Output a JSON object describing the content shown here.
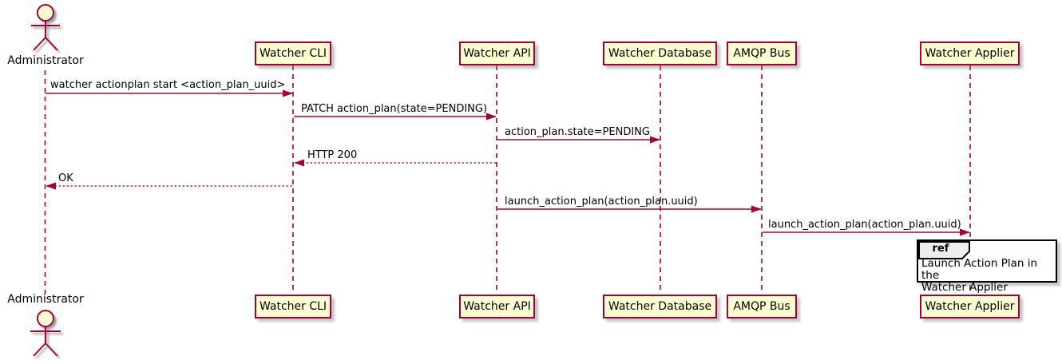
{
  "diagram": {
    "type": "sequence",
    "colors": {
      "accent": "#A80036",
      "participant_fill": "#FEFECE",
      "ref_header_fill": "#EEEEEE",
      "ref_fill": "#FFFFFF",
      "background": "#FFFFFF",
      "text": "#000000"
    },
    "actor": {
      "label": "Administrator"
    },
    "participants": [
      {
        "label": "Watcher CLI"
      },
      {
        "label": "Watcher API"
      },
      {
        "label": "Watcher Database"
      },
      {
        "label": "AMQP Bus"
      },
      {
        "label": "Watcher Applier"
      }
    ],
    "messages": [
      {
        "from": "Administrator",
        "to": "Watcher CLI",
        "label": "watcher actionplan start <action_plan_uuid>",
        "line": "solid"
      },
      {
        "from": "Watcher CLI",
        "to": "Watcher API",
        "label": "PATCH action_plan(state=PENDING)",
        "line": "solid"
      },
      {
        "from": "Watcher API",
        "to": "Watcher Database",
        "label": "action_plan.state=PENDING",
        "line": "solid"
      },
      {
        "from": "Watcher API",
        "to": "Watcher CLI",
        "label": "HTTP 200",
        "line": "dashed"
      },
      {
        "from": "Watcher CLI",
        "to": "Administrator",
        "label": "OK",
        "line": "dashed"
      },
      {
        "from": "Watcher API",
        "to": "AMQP Bus",
        "label": "launch_action_plan(action_plan.uuid)",
        "line": "solid"
      },
      {
        "from": "AMQP Bus",
        "to": "Watcher Applier",
        "label": "launch_action_plan(action_plan.uuid)",
        "line": "solid"
      }
    ],
    "ref": {
      "keyword": "ref",
      "over": "Watcher Applier",
      "text": "Launch Action Plan in the\nWatcher Applier"
    }
  }
}
